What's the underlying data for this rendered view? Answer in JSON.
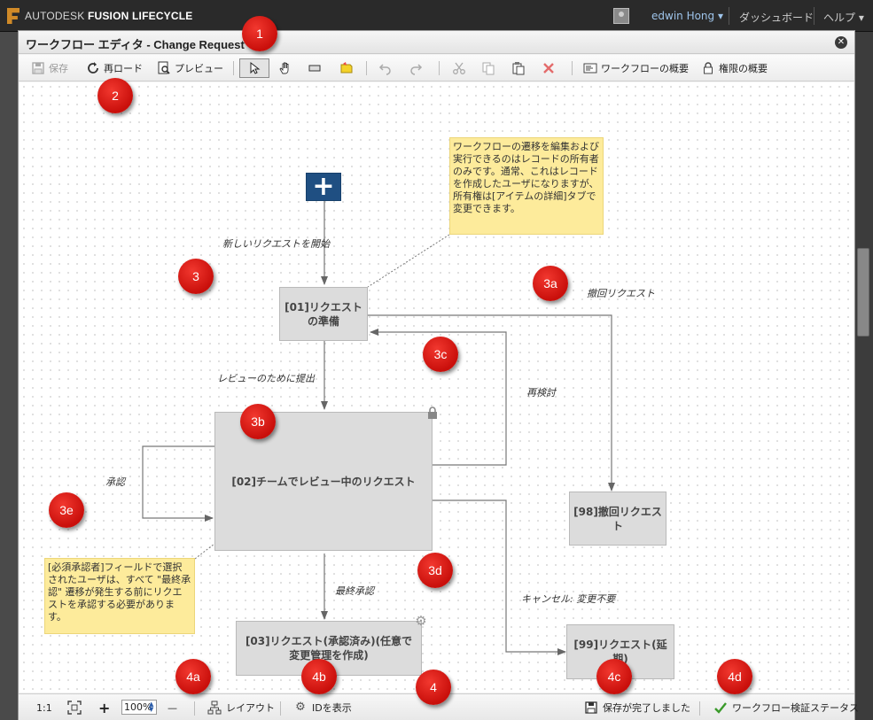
{
  "app": {
    "logo_prefix": "AUTODESK",
    "logo_product": "FUSION LIFECYCLE",
    "user_name": "edwin Hong",
    "user_dropdown": "▾",
    "nav_dashboard": "ダッシュボード",
    "nav_help": "ヘルプ",
    "help_dropdown": "▾"
  },
  "dialog": {
    "title": "ワークフロー エディタ - Change Request",
    "close_glyph": "✕"
  },
  "toolbar": {
    "save_label": "保存",
    "reload_label": "再ロード",
    "preview_label": "プレビュー",
    "overview_label": "ワークフローの概要",
    "permissions_label": "権限の概要"
  },
  "canvas": {
    "start_glyph": "+",
    "states": [
      {
        "id": "01",
        "label": "[01]リクエストの準備"
      },
      {
        "id": "02",
        "label": "[02]チームでレビュー中のリクエスト"
      },
      {
        "id": "03",
        "label": "[03]リクエスト(承認済み)(任意で変更管理を作成)"
      },
      {
        "id": "98",
        "label": "[98]撤回リクエスト"
      },
      {
        "id": "99",
        "label": "[99]リクエスト(延期)"
      }
    ],
    "transitions": {
      "start_request": "新しいリクエストを開始",
      "withdraw_request": "撤回リクエスト",
      "submit_for_review": "レビューのために提出",
      "reconsider": "再検討",
      "approve": "承認",
      "final_approval": "最終承認",
      "cancel_no_change": "キャンセル: 変更不要"
    },
    "notes": {
      "owner_note": "ワークフローの遷移を編集および実行できるのはレコードの所有者のみです。通常、これはレコードを作成したユーザになりますが、所有権は[アイテムの詳細]タブで変更できます。",
      "approver_note": "[必須承認者]フィールドで選択されたユーザは、すべて \"最終承認\" 遷移が発生する前にリクエストを承認する必要があります。"
    }
  },
  "bottombar": {
    "ratio_label": "1:1",
    "zoom_value": "100%",
    "zoom_in": "+",
    "zoom_out": "—",
    "layout_label": "レイアウト",
    "show_id_label": "IDを表示",
    "save_status_label": "保存が完了しました",
    "validation_label": "ワークフロー検証ステータス"
  },
  "markers": {
    "m1": "1",
    "m2": "2",
    "m3": "3",
    "m3a": "3a",
    "m3b": "3b",
    "m3c": "3c",
    "m3d": "3d",
    "m3e": "3e",
    "m4": "4",
    "m4a": "4a",
    "m4b": "4b",
    "m4c": "4c",
    "m4d": "4d"
  },
  "colors": {
    "start_node": "#1f4f82",
    "state_fill": "#dcdcdc",
    "note_fill": "#fdeb9b",
    "marker_red": "#d7140f",
    "validation_check": "#3a9a2a"
  }
}
